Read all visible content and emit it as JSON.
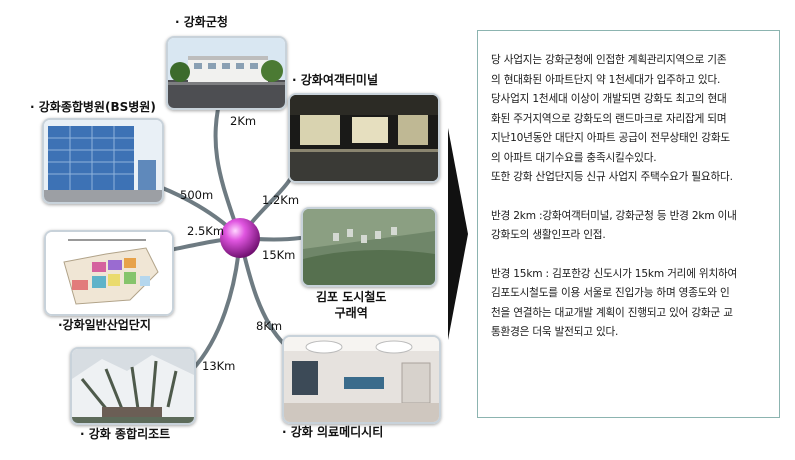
{
  "hub": {
    "color": "#cc33cc"
  },
  "nodes": [
    {
      "label": "· 강화군청",
      "distance": "2Km"
    },
    {
      "label": "· 강화여객터미널",
      "distance": "1.2Km"
    },
    {
      "label": "· 강화종합병원(BS병원)",
      "distance": "500m"
    },
    {
      "label": "김포 도시철도",
      "label2": "구래역",
      "distance": "15Km"
    },
    {
      "label": "·강화일반산업단지",
      "distance": "2.5Km"
    },
    {
      "label": "· 강화 의료메디시티",
      "distance": "8Km"
    },
    {
      "label": "· 강화 종합리조트",
      "distance": "13Km"
    }
  ],
  "textbox": {
    "p1": [
      "당 사업지는 강화군청에 인접한 계획관리지역으로 기존",
      "의 현대화된 아파트단지 약 1천세대가 입주하고 있다.",
      "당사업지 1천세대 이상이 개발되면 강화도 최고의 현대",
      "화된 주거지역으로 강화도의 랜드마크로 자리잡게 되며",
      "지난10년동안 대단지 아파트 공급이 전무상태인 강화도",
      "의 아파트 대기수요를 충족시킬수있다.",
      "또한 강화 산업단지등 신규 사업지 주택수요가 필요하다."
    ],
    "p2": [
      "반경 2km :강화여객터미널, 강화군청 등 반경 2km 이내",
      "강화도의 생활인프라 인접."
    ],
    "p3": [
      "반경 15km : 김포한강 신도시가 15km 거리에 위치하여",
      "김포도시철도를 이용 서울로 진입가능 하며 영종도와 인",
      "천을 연결하는 대교개발 계획이 진행되고 있어 강화군 교",
      "통환경은 더욱 발전되고 있다."
    ]
  }
}
